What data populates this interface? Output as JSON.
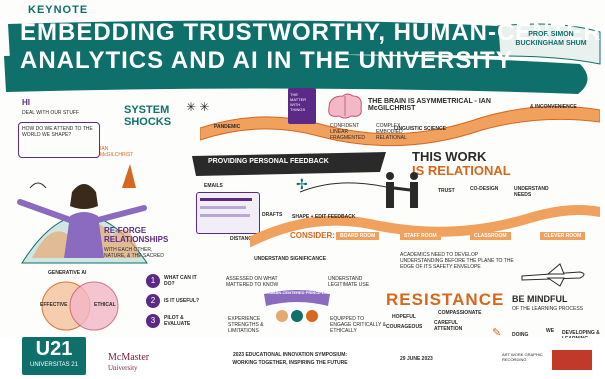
{
  "header": {
    "kicker": "KEYNOTE",
    "title_line1": "EMBEDDING TRUSTWORTHY, HUMAN-CENTERED",
    "title_line2": "ANALYTICS AND AI IN THE UNIVERSITY",
    "speaker": "PROF. SIMON BUCKINGHAM SHUM"
  },
  "left": {
    "greeting_line1": "HI",
    "greeting_line2": "DEAL WITH OUR STUFF",
    "question": "HOW DO WE ATTEND TO THE WORLD WE SHAPE?",
    "quote_author": "IAN McGILCHRIST",
    "reforge_title": "RE-FORGE RELATIONSHIPS",
    "reforge_sub": "WITH EACH OTHER, NATURE, & THE SACRED"
  },
  "system": {
    "label": "SYSTEM SHOCKS",
    "book_title": "THE MATTER WITH THINGS",
    "brain_quote": "THE BRAIN IS ASYMMETRICAL - IAN McGILCHRIST",
    "left_col": [
      "CONFIDENT",
      "LINEAR",
      "FRAGMENTED"
    ],
    "right_col": [
      "COMPLEX",
      "EMBODIED",
      "RELATIONAL"
    ],
    "ribbon_left": "PANDEMIC",
    "ribbon_mid": "LINGUISTIC SCIENCE",
    "ribbon_right": "& INCONVENIENCE"
  },
  "feedback": {
    "banner": "PROVIDING PERSONAL FEEDBACK",
    "emails": "EMAILS",
    "drafts": "DRAFTS",
    "distance": "DISTANCE",
    "consider": "CONSIDER:",
    "path_label": "SHAPE + EDIT FEEDBACK",
    "rooms": [
      "BOARD ROOM",
      "STAFF ROOM",
      "CLASSROOM",
      "CLEVER ROOM"
    ]
  },
  "relational": {
    "heading_line1": "THIS WORK",
    "heading_line2": "IS RELATIONAL",
    "items": [
      "TRUST",
      "CO-DESIGN",
      "UNDERSTAND NEEDS"
    ]
  },
  "principles": {
    "center": "HUMAN-CENTERED PRINCIPLES",
    "top": "UNDERSTAND SIGNIFICANCE",
    "top_left": "ASSESSED ON WHAT MATTERED TO KNOW",
    "top_right": "UNDERSTAND LEGITIMATE USE",
    "bottom_left": "EXPERIENCE STRENGTHS & LIMITATIONS",
    "bottom_right": "EQUIPPED TO ENGAGE CRITICALLY & ETHICALLY"
  },
  "venn": {
    "title": "GENERATIVE AI",
    "left": "EFFECTIVE",
    "right": "ETHICAL"
  },
  "steps": [
    {
      "n": "1",
      "text": "WHAT CAN IT DO?"
    },
    {
      "n": "2",
      "text": "IS IT USEFUL?"
    },
    {
      "n": "3",
      "text": "PILOT & EVALUATE"
    }
  ],
  "resistance": {
    "academics": "ACADEMICS NEED TO DEVELOP UNDERSTANDING BEFORE THE PLANE TO THE EDGE OF ITS SAFETY ENVELOPE",
    "word": "RESISTANCE",
    "traits": [
      "HOPEFUL",
      "COURAGEOUS",
      "COMPASSIONATE",
      "CAREFUL ATTENTION"
    ],
    "mindful": "BE MINDFUL",
    "mindful_sub": "OF THE LEARNING PROCESS",
    "right_items": [
      "DOING",
      "WE",
      "DEVELOPING & LEARNING"
    ]
  },
  "footer": {
    "u21": "U21",
    "u21_sub": "UNIVERSITAS 21",
    "mcmaster": "McMaster",
    "mcmaster_sub": "University",
    "event_line1": "2023 EDUCATIONAL INNOVATION SYMPOSIUM:",
    "event_line2": "WORKING TOGETHER, INSPIRING THE FUTURE",
    "date": "29 JUNE 2023",
    "artist": "ART WORK GRAPHIC RECORDING",
    "colors": {
      "teal": "#0f6f6a",
      "orange": "#d7671d",
      "purple": "#5b2a86"
    }
  }
}
